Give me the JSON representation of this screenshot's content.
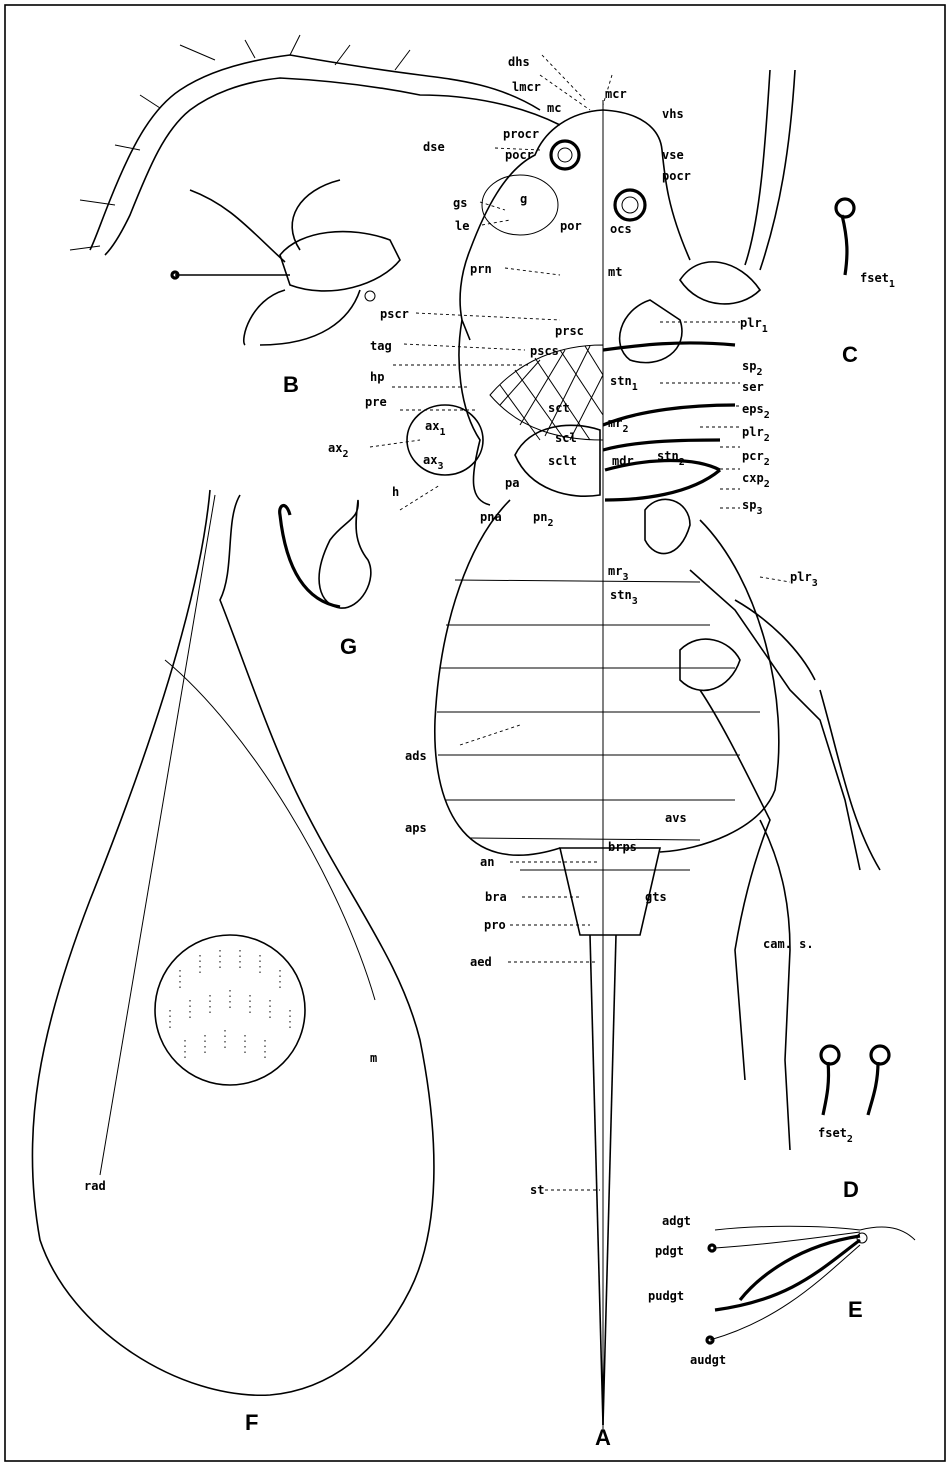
{
  "panel_letters": [
    "A",
    "B",
    "C",
    "D",
    "E",
    "F",
    "G"
  ],
  "labels": {
    "dhs": "dhs",
    "lmcr": "lmcr",
    "mc": "mc",
    "mcr": "mcr",
    "vhs": "vhs",
    "procr": "procr",
    "dse": "dse",
    "pocr_l": "pocr",
    "vse": "vse",
    "pocr_r": "pocr",
    "gs": "gs",
    "g": "g",
    "le": "le",
    "por": "por",
    "ocs": "ocs",
    "prn": "prn",
    "mt": "mt",
    "fset1": "fset",
    "fset1_sub": "1",
    "pscr": "pscr",
    "prsc": "prsc",
    "pir1": "plr",
    "pir1_sub": "1",
    "tag": "tag",
    "pscs": "pscs",
    "stn1": "stn",
    "stn1_sub": "1",
    "sp2": "sp",
    "sp2_sub": "2",
    "hp": "hp",
    "ser": "ser",
    "pre": "pre",
    "sct": "sct",
    "eps2": "eps",
    "eps2_sub": "2",
    "ax1": "ax",
    "ax1_sub": "1",
    "mr2": "mr",
    "mr2_sub": "2",
    "ax2": "ax",
    "ax2_sub": "2",
    "scl": "scl",
    "pir2": "plr",
    "pir2_sub": "2",
    "ax3": "ax",
    "ax3_sub": "3",
    "mdr": "mdr",
    "stn2": "stn",
    "stn2_sub": "2",
    "pcr2": "pcr",
    "pcr2_sub": "2",
    "sclt": "sclt",
    "h": "h",
    "pa": "pa",
    "cxp2": "cxp",
    "cxp2_sub": "2",
    "pna": "pna",
    "pn2": "pn",
    "pn2_sub": "2",
    "sp3": "sp",
    "sp3_sub": "3",
    "mr3": "mr",
    "mr3_sub": "3",
    "stn3": "stn",
    "stn3_sub": "3",
    "pir3": "plr",
    "pir3_sub": "3",
    "ads": "ads",
    "aps": "aps",
    "avs": "avs",
    "brps": "brps",
    "an": "an",
    "bra": "bra",
    "gts": "gts",
    "pro": "pro",
    "cams": "cam. s.",
    "aed": "aed",
    "fset2": "fset",
    "fset2_sub": "2",
    "m": "m",
    "rad": "rad",
    "st": "st",
    "adgt": "adgt",
    "pdgt": "pdgt",
    "pudgt": "pudgt",
    "audgt": "audgt"
  }
}
